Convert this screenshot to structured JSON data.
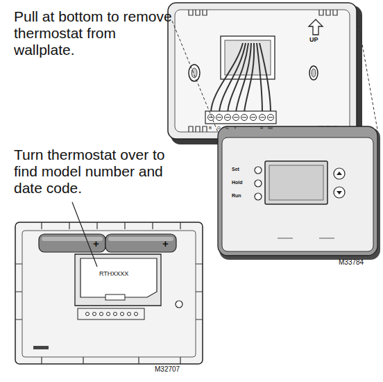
{
  "diagram": {
    "labels": [
      "Pull at bottom to remove thermostat from wallplate.",
      "UP",
      "B",
      "O",
      "G",
      "Y",
      "R",
      "Rc",
      "Set",
      "Hold",
      "Run",
      "M33784",
      "Turn thermostat over to find model number and date code.",
      "+",
      "+",
      "RTHXXXX",
      "M32707"
    ]
  }
}
